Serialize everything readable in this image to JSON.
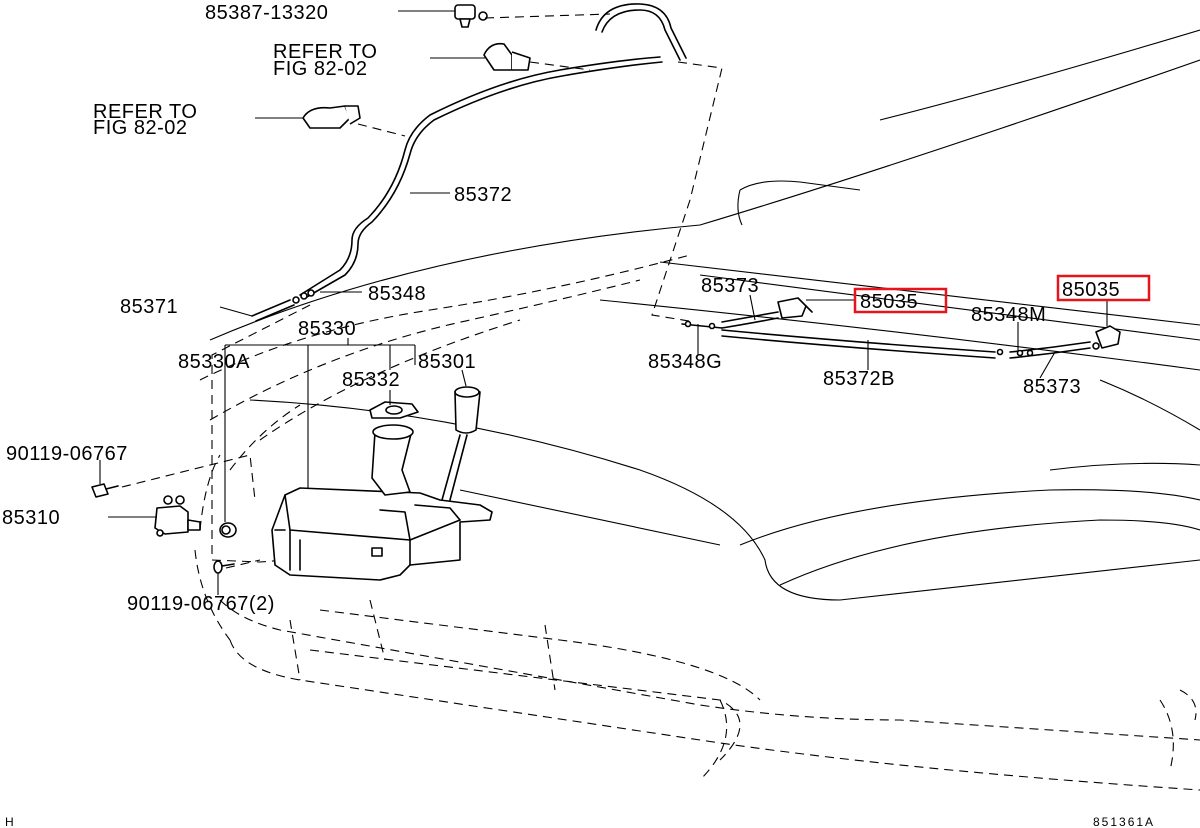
{
  "highlight_color": "#e8141c",
  "labels": {
    "p85387": "85387-13320",
    "refer_top_1": "REFER TO",
    "refer_top_2": "FIG 82-02",
    "refer_mid_1": "REFER TO",
    "refer_mid_2": "FIG 82-02",
    "p85372": "85372",
    "p85371": "85371",
    "p85348": "85348",
    "p85330": "85330",
    "p85330A": "85330A",
    "p85301": "85301",
    "p85332": "85332",
    "p90119a": "90119-06767",
    "p85310": "85310",
    "p90119b": "90119-06767(2)",
    "p85373a": "85373",
    "p85035a": "85035",
    "p85035b": "85035",
    "p85348M": "85348M",
    "p85348G": "85348G",
    "p85372B": "85372B",
    "p85373b": "85373",
    "corner_left": "H",
    "diagram_id": "851361A"
  }
}
